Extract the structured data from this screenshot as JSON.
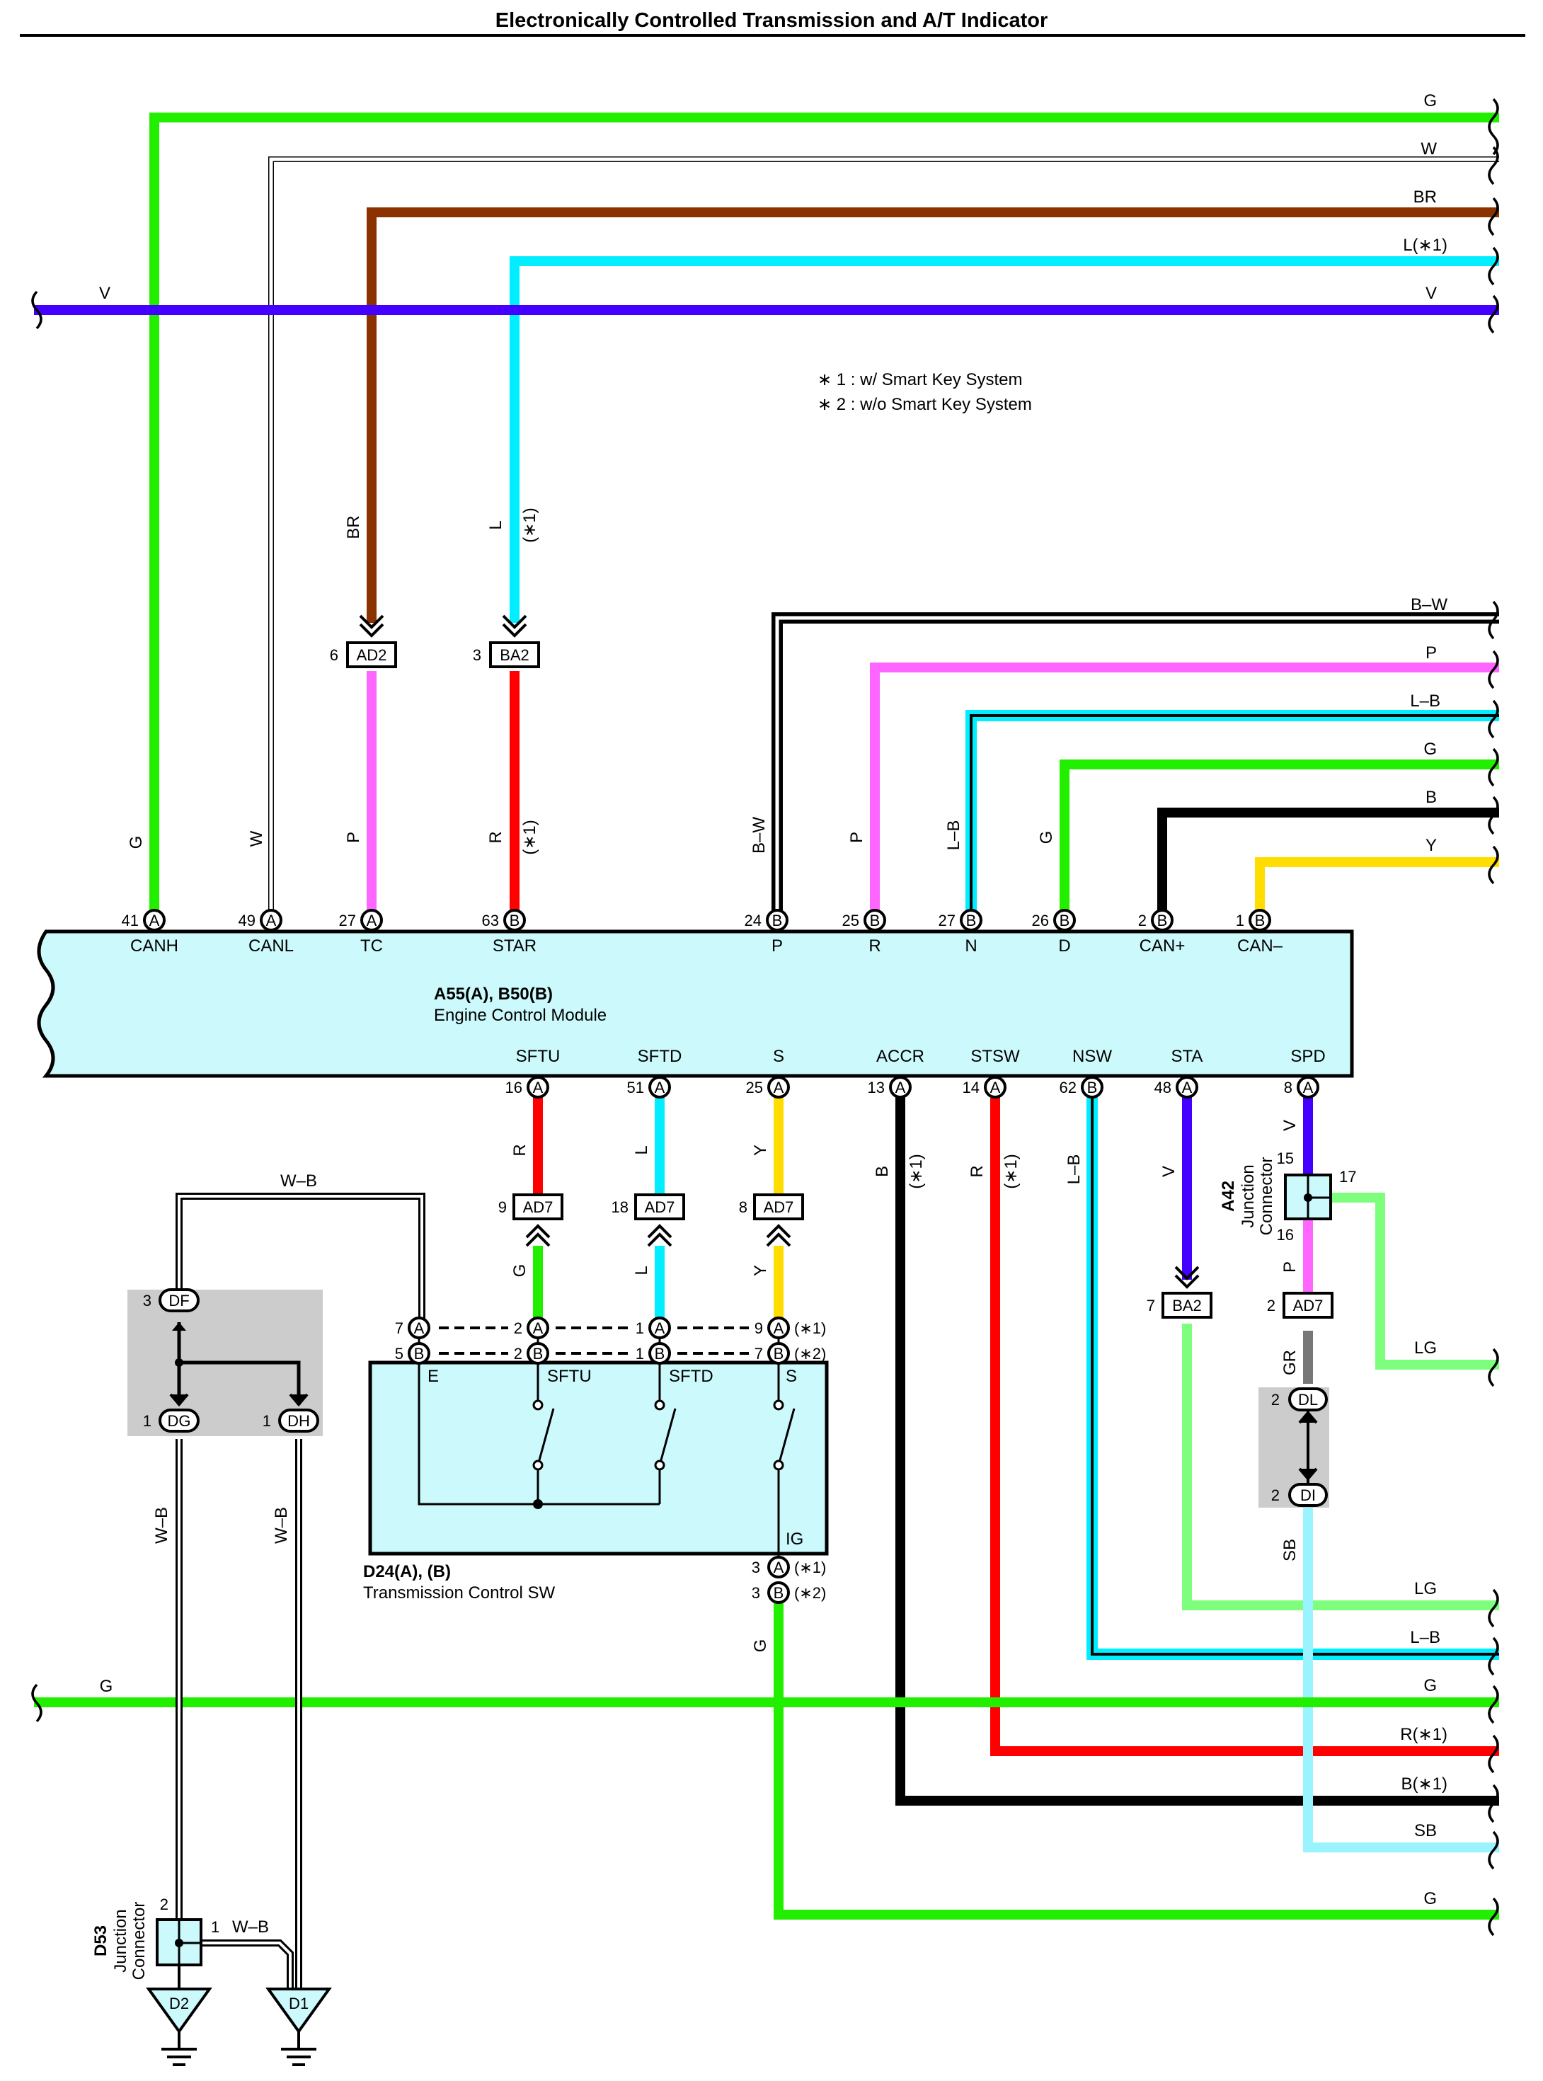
{
  "title": "Electronically Controlled Transmission and A/T Indicator",
  "notes": [
    "∗ 1 : w/ Smart Key System",
    "∗ 2 : w/o Smart Key System"
  ],
  "ecm": {
    "ref": "A55(A), B50(B)",
    "name": "Engine Control Module",
    "top_pins": [
      {
        "num": "41",
        "conn": "A",
        "name": "CANH",
        "color": "G"
      },
      {
        "num": "49",
        "conn": "A",
        "name": "CANL",
        "color": "W"
      },
      {
        "num": "27",
        "conn": "A",
        "name": "TC",
        "color": "P"
      },
      {
        "num": "63",
        "conn": "B",
        "name": "STAR",
        "color": "R",
        "note": "(∗1)"
      },
      {
        "num": "24",
        "conn": "B",
        "name": "P",
        "color": "B–W"
      },
      {
        "num": "25",
        "conn": "B",
        "name": "R",
        "color": "P"
      },
      {
        "num": "27",
        "conn": "B",
        "name": "N",
        "color": "L–B"
      },
      {
        "num": "26",
        "conn": "B",
        "name": "D",
        "color": "G"
      },
      {
        "num": "2",
        "conn": "B",
        "name": "CAN+"
      },
      {
        "num": "1",
        "conn": "B",
        "name": "CAN–"
      }
    ],
    "bottom_pins": [
      {
        "num": "16",
        "conn": "A",
        "name": "SFTU",
        "color": "R"
      },
      {
        "num": "51",
        "conn": "A",
        "name": "SFTD",
        "color": "L"
      },
      {
        "num": "25",
        "conn": "A",
        "name": "S",
        "color": "Y"
      },
      {
        "num": "13",
        "conn": "A",
        "name": "ACCR",
        "color": "B",
        "note": "(∗1)"
      },
      {
        "num": "14",
        "conn": "A",
        "name": "STSW",
        "color": "R",
        "note": "(∗1)"
      },
      {
        "num": "62",
        "conn": "B",
        "name": "NSW",
        "color": "L–B"
      },
      {
        "num": "48",
        "conn": "A",
        "name": "STA",
        "color": "V"
      },
      {
        "num": "8",
        "conn": "A",
        "name": "SPD",
        "color": "V"
      }
    ]
  },
  "right_wires_top": [
    "G",
    "W",
    "BR",
    "L(∗1)",
    "V"
  ],
  "left_wire_top": "V",
  "right_wires_mid": [
    "B–W",
    "P",
    "L–B",
    "G",
    "B",
    "Y"
  ],
  "right_wires_bottom": [
    "LG",
    "L–B",
    "G",
    "R(∗1)",
    "B(∗1)",
    "SB",
    "G"
  ],
  "lg_wire": "LG",
  "left_wire_bottom": "G",
  "inline_top": [
    {
      "pin": "6",
      "id": "AD2",
      "wire": "BR"
    },
    {
      "pin": "3",
      "id": "BA2",
      "wire": "L",
      "note": "(∗1)"
    }
  ],
  "inline_bottom": [
    {
      "pin": "9",
      "id": "AD7",
      "wire": "G"
    },
    {
      "pin": "18",
      "id": "AD7",
      "wire": "L"
    },
    {
      "pin": "8",
      "id": "AD7",
      "wire": "Y"
    }
  ],
  "ba2_bottom": {
    "pin": "7",
    "id": "BA2"
  },
  "ad7_spd": {
    "pin": "2",
    "id": "AD7"
  },
  "jc_a42": {
    "ref": "A42",
    "name1": "Junction",
    "name2": "Connector",
    "pin_in": "15",
    "pin_out": "17",
    "pin_down": "16",
    "wire_up": "V",
    "wire_down": "P",
    "wire_gr": "GR",
    "wire_sb": "SB"
  },
  "dl_di": {
    "dl_pin": "2",
    "dl": "DL",
    "di_pin": "2",
    "di": "DI"
  },
  "df_group": {
    "df_pin": "3",
    "df": "DF",
    "dg_pin": "1",
    "dg": "DG",
    "dh_pin": "1",
    "dh": "DH"
  },
  "wb_label": "W–B",
  "tcs": {
    "ref": "D24(A), (B)",
    "name": "Transmission Control SW",
    "pins_a": [
      "7",
      "2",
      "1",
      "9"
    ],
    "pins_b": [
      "5",
      "2",
      "1",
      "7"
    ],
    "conn_a": "A",
    "conn_b": "B",
    "note1": "(∗1)",
    "note2": "(∗2)",
    "terms": [
      "E",
      "SFTU",
      "SFTD",
      "S"
    ],
    "ig": "IG",
    "ig_pin_a": "3",
    "ig_pin_b": "3",
    "ig_wire": "G"
  },
  "d53": {
    "ref": "D53",
    "name1": "Junction",
    "name2": "Connector",
    "pin_up": "2",
    "pin_right": "1",
    "wire_right": "W–B"
  },
  "grounds": [
    "D2",
    "D1"
  ],
  "colors": {
    "G": "#22ee00",
    "W": "#ffffff",
    "BR": "#8b3300",
    "L": "#00eeff",
    "V": "#4400ff",
    "P": "#ff66ff",
    "B": "#000000",
    "Y": "#ffdd00",
    "R": "#ff0000",
    "LG": "#7dff7d",
    "SB": "#99f4ff",
    "GR": "#777777",
    "ECM": "#ccf9fb",
    "SHADE": "#cccccc"
  }
}
